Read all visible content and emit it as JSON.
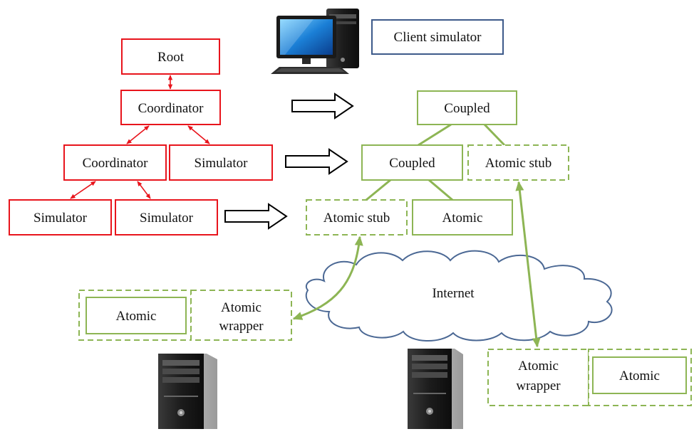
{
  "client_label": "Client simulator",
  "labels": {
    "root": "Root",
    "coordinator": "Coordinator",
    "simulator": "Simulator",
    "coupled": "Coupled",
    "atomic": "Atomic",
    "atomic_stub": "Atomic stub",
    "atomic_wrapper_line1": "Atomic",
    "atomic_wrapper_line2": "wrapper",
    "internet": "Internet"
  },
  "colors": {
    "simulator_tree": "#e8141c",
    "model_tree": "#8db554",
    "client_box": "#3d5a8a",
    "cloud_stroke": "#4b6894",
    "arrow": "#000000",
    "text": "#111111"
  },
  "icons": {
    "client": "desktop-computer-icon",
    "servers": "tower-server-icon"
  }
}
